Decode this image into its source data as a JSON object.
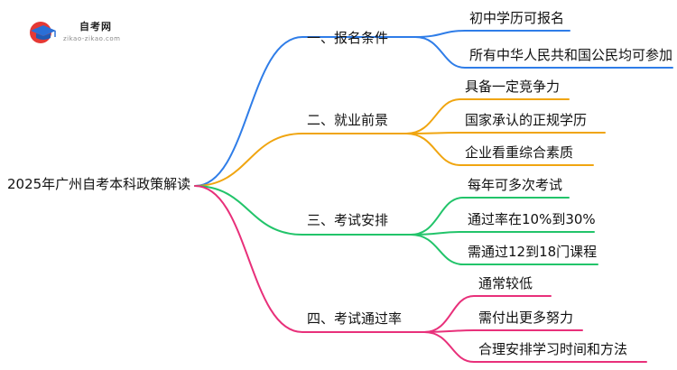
{
  "logo": {
    "name": "自考网",
    "url_text": "zikao-zikao.com"
  },
  "root": {
    "label": "2025年广州自考本科政策解读"
  },
  "colors": {
    "blue": "#2f7de8",
    "orange": "#f0a510",
    "green": "#22c46a",
    "pink": "#e8307a",
    "logo_red": "#e53935",
    "logo_blue": "#2a6fd6"
  },
  "branches": [
    {
      "label": "一、报名条件",
      "leaves": [
        "初中学历可报名",
        "所有中华人民共和国公民均可参加"
      ]
    },
    {
      "label": "二、就业前景",
      "leaves": [
        "具备一定竞争力",
        "国家承认的正规学历",
        "企业看重综合素质"
      ]
    },
    {
      "label": "三、考试安排",
      "leaves": [
        "每年可多次考试",
        "通过率在10%到30%",
        "需通过12到18门课程"
      ]
    },
    {
      "label": "四、考试通过率",
      "leaves": [
        "通常较低",
        "需付出更多努力",
        "合理安排学习时间和方法"
      ]
    }
  ]
}
